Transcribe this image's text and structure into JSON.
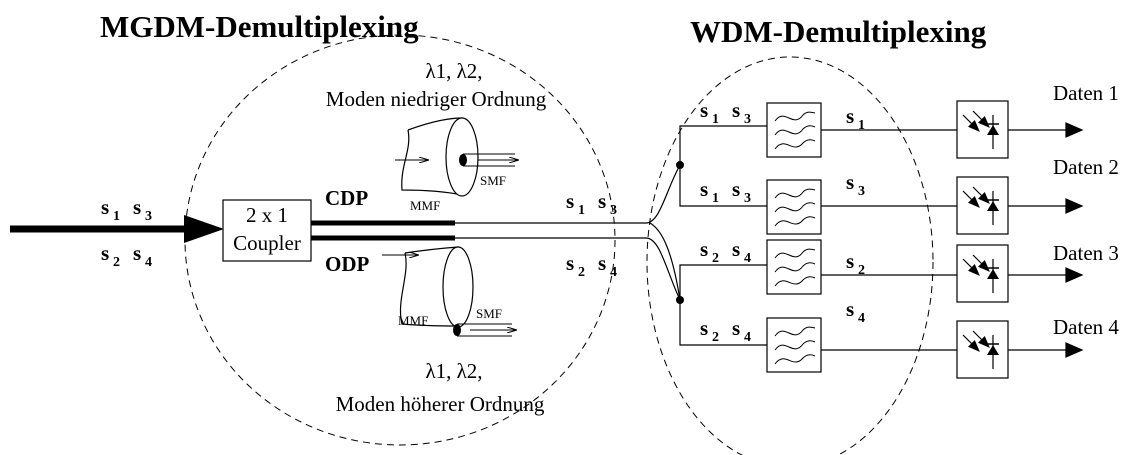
{
  "titles": {
    "left": "MGDM-Demultiplexing",
    "right": "WDM-Demultiplexing"
  },
  "coupler": {
    "line1": "2 x 1",
    "line2": "Coupler"
  },
  "paths": {
    "cdp": "CDP",
    "odp": "ODP"
  },
  "fiber_top": {
    "line1": "λ1, λ2,",
    "line2": "Moden niedriger Ordnung",
    "mmf": "MMF",
    "smf": "SMF"
  },
  "fiber_bottom": {
    "line1": "λ1, λ2,",
    "line2": "Moden höherer Ordnung",
    "mmf": "MMF",
    "smf": "SMF"
  },
  "signals": {
    "s": "s",
    "n1": "1",
    "n2": "2",
    "n3": "3",
    "n4": "4"
  },
  "outputs": [
    "Daten 1",
    "Daten 2",
    "Daten 3",
    "Daten 4"
  ]
}
